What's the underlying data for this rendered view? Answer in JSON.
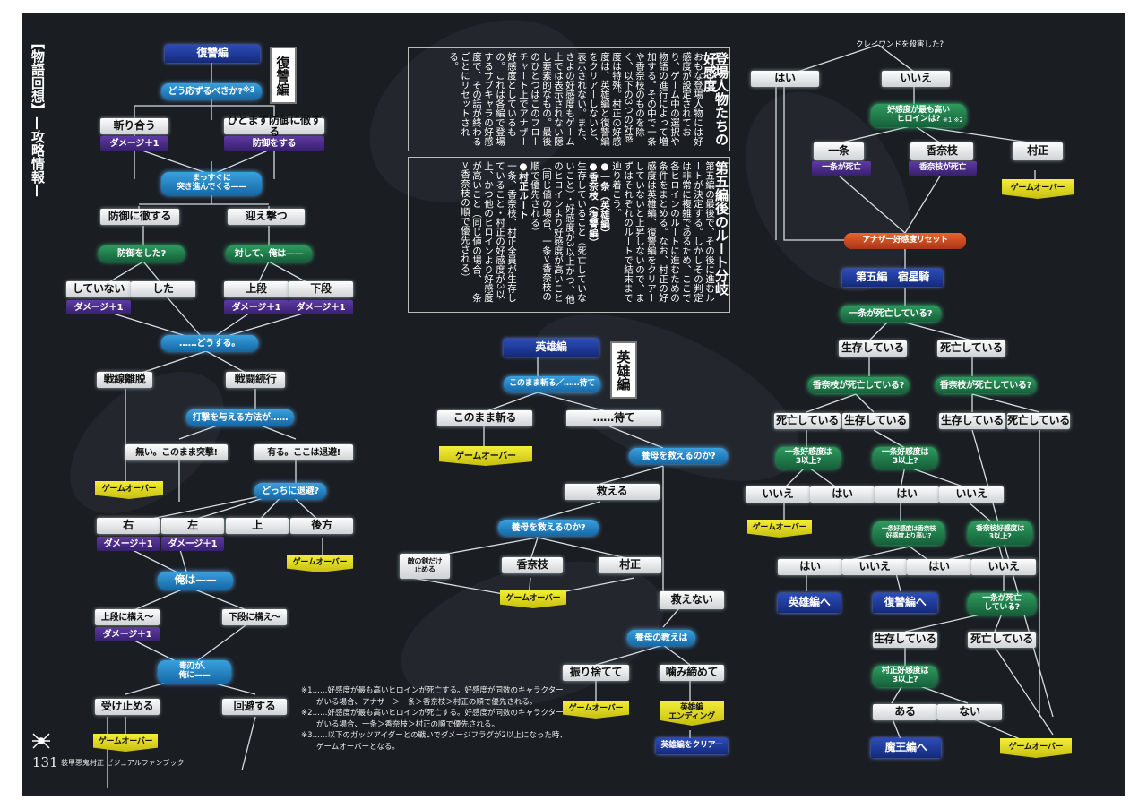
{
  "page": {
    "number": "131",
    "book": "装甲悪鬼村正 ビジュアルファンブック",
    "side_label": "【物語回想】—攻略情報—"
  },
  "sections": {
    "fukushu": "復讐編",
    "eiyu": "英雄編"
  },
  "route_text": {
    "heading": "登場人物たちの好感度",
    "body": "おもな登場人物には好感度が設定されており、ゲーム中の選択や物語の進行によって増加する。その中で一条や香奈枝のものを除く、以下の3つの好感度は特殊。村正の好感度は、英雄編と復讐編をクリアーしないと、表示されない。また、さよの好感度もゲーム上では表示されない隠し要素的なもの。最後のひとつはこのフローチャート上でアナザー好感度としているもの。これは各編で登場するサブキャラの好感度で、その話が終わるごとにリセットされる。"
  },
  "route_text2": {
    "heading": "第五編後のルート分岐",
    "body": "第五編の最後で、その後に進むルートが決定する。しかしその判定は非常に複雑であるため、ここで各ヒロインのルートに進むための条件をまとめる。なお、村正の好感度は英雄編、復讐編をクリアーしていないと上昇しないので、まずはそれぞれのルートで結末まで辿り着こう。",
    "items": [
      "●一条（英雄編）",
      "●香奈枝（復讐編）",
      "生存していること（死亡していないこと）・好感度が3以上かつ、他のヒロインより好感度が高いこと（同じ値の場合、一条>香奈枝の順で優先される）",
      "●村正ルート",
      "一条、香奈枝、村正全員が生存していること・村正の好感度が3以上、かつ他のヒロインより好感度が高いこと（同じ値の場合、一条>香奈枝の順で優先される）"
    ]
  },
  "left": {
    "title": "復讐編",
    "q1": "どう応ずるべきか?",
    "q1_mark": "※3",
    "a1": "斬り合う",
    "a2": "ひとまず防御に徹する",
    "a1r": "ダメージ＋1",
    "a2r": "防御をする",
    "q2": "まっすぐに\n突き進んでくる——",
    "b1": "防御に徹する",
    "b2": "迎え撃つ",
    "q3": "防御をした?",
    "q4": "対して、俺は——",
    "c1": "していない",
    "c2": "した",
    "c3": "上段",
    "c4": "下段",
    "c1r": "ダメージ＋1",
    "c3r": "ダメージ＋1",
    "c4r": "ダメージ＋1",
    "q5": "……どうする。",
    "d1": "戦線離脱",
    "d2": "戦闘続行",
    "q6": "打撃を与える方法が……",
    "e1": "無い。このまま突撃!",
    "e2": "有る。ここは退避!",
    "go1": "ゲームオーバー",
    "q7": "どっちに退避?",
    "f1": "右",
    "f2": "左",
    "f3": "上",
    "f4": "後方",
    "f1r": "ダメージ＋1",
    "f2r": "ダメージ＋1",
    "go2": "ゲームオーバー",
    "q8": "俺は——",
    "g1": "上段に構え〜",
    "g2": "下段に構え〜",
    "g1r": "ダメージ＋1",
    "q9": "毒刃が、\n俺に——",
    "h1": "受け止める",
    "h2": "回避する",
    "go3": "ゲームオーバー"
  },
  "mid": {
    "title": "英雄編",
    "q1": "このまま斬る／……待て",
    "a1": "このまま斬る",
    "a2": "……待て",
    "go1": "ゲームオーバー",
    "q2": "養母を救えるのか?",
    "b1": "救える",
    "b2": "救えない",
    "q3": "養母を救えるのか?",
    "c1": "敵の剣だけ\n止める",
    "c2": "香奈枝",
    "c3": "村正",
    "go2": "ゲームオーバー",
    "q4": "養母の教えは",
    "d1": "振り捨てて",
    "d2": "噛み締めて",
    "go3": "ゲームオーバー",
    "ending": "英雄編\nエンディング",
    "clear": "英雄編をクリアー"
  },
  "notes": [
    "※1……好感度が最も高いヒロインが死亡する。好感度が同数のキャラクター",
    "　　がいる場合、アナザー＞一条＞香奈枝＞村正の順で優先される。",
    "※2……好感度が最も高いヒロインが死亡する。好感度が同数のキャラクター",
    "　　がいる場合、一条＞香奈枝＞村正の順で優先される。",
    "※3……以下のガッツアイダーとの戦いでダメージフラグが2以上になった時、",
    "　　ゲームオーバーとなる。"
  ],
  "right": {
    "q0": "クレイワンドを殺害した?",
    "a1": "はい",
    "a2": "いいえ",
    "q1": "好感度が最も高い\nヒロインは?",
    "q1_mark": "※1 ※2",
    "b1": "一条",
    "b2": "香奈枝",
    "b3": "村正",
    "b1r": "一条が死亡",
    "b2r": "香奈枝が死亡",
    "go1": "ゲームオーバー",
    "reset": "アナザー好感度リセット",
    "ch5": "第五編　宿星騎",
    "q2": "一条が死亡している?",
    "c1": "生存している",
    "c2": "死亡している",
    "q3": "香奈枝が死亡している?",
    "q4": "香奈枝が死亡している?",
    "d1": "死亡している",
    "d2": "生存している",
    "d3": "生存している",
    "d4": "死亡している",
    "q5": "一条好感度は\n3以上?",
    "q6": "一条好感度は\n3以上?",
    "e1": "いいえ",
    "e2": "はい",
    "e3": "はい",
    "e4": "いいえ",
    "go2": "ゲームオーバー",
    "q7": "一条好感度は香奈枝\n好感度より高い?",
    "q8": "香奈枝好感度は\n3以上?",
    "f1": "はい",
    "f2": "いいえ",
    "f3": "はい",
    "f4": "いいえ",
    "r1": "英雄編へ",
    "r2": "復讐編へ",
    "q9": "一条が死亡\nしている?",
    "g1": "生存している",
    "g2": "死亡している",
    "q10": "村正好感度は\n3以上?",
    "h1": "ある",
    "h2": "ない",
    "r3": "魔王編へ",
    "go3": "ゲームオーバー"
  }
}
